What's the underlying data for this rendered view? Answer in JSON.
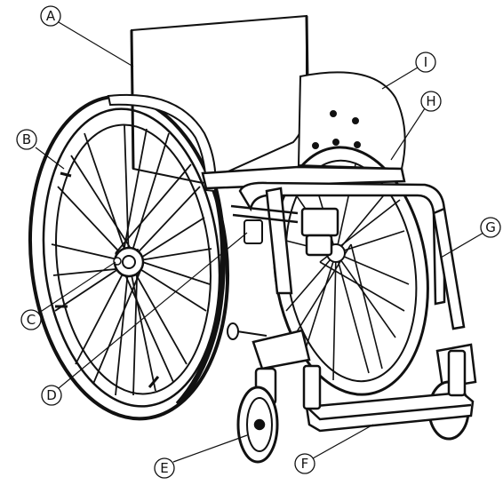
{
  "callouts": {
    "A": "A",
    "B": "B",
    "C": "C",
    "D": "D",
    "E": "E",
    "F": "F",
    "G": "G",
    "H": "H",
    "I": "I"
  },
  "colors": {
    "line": "#111111",
    "fill": "#ffffff",
    "shade": "#d9d9d9"
  }
}
